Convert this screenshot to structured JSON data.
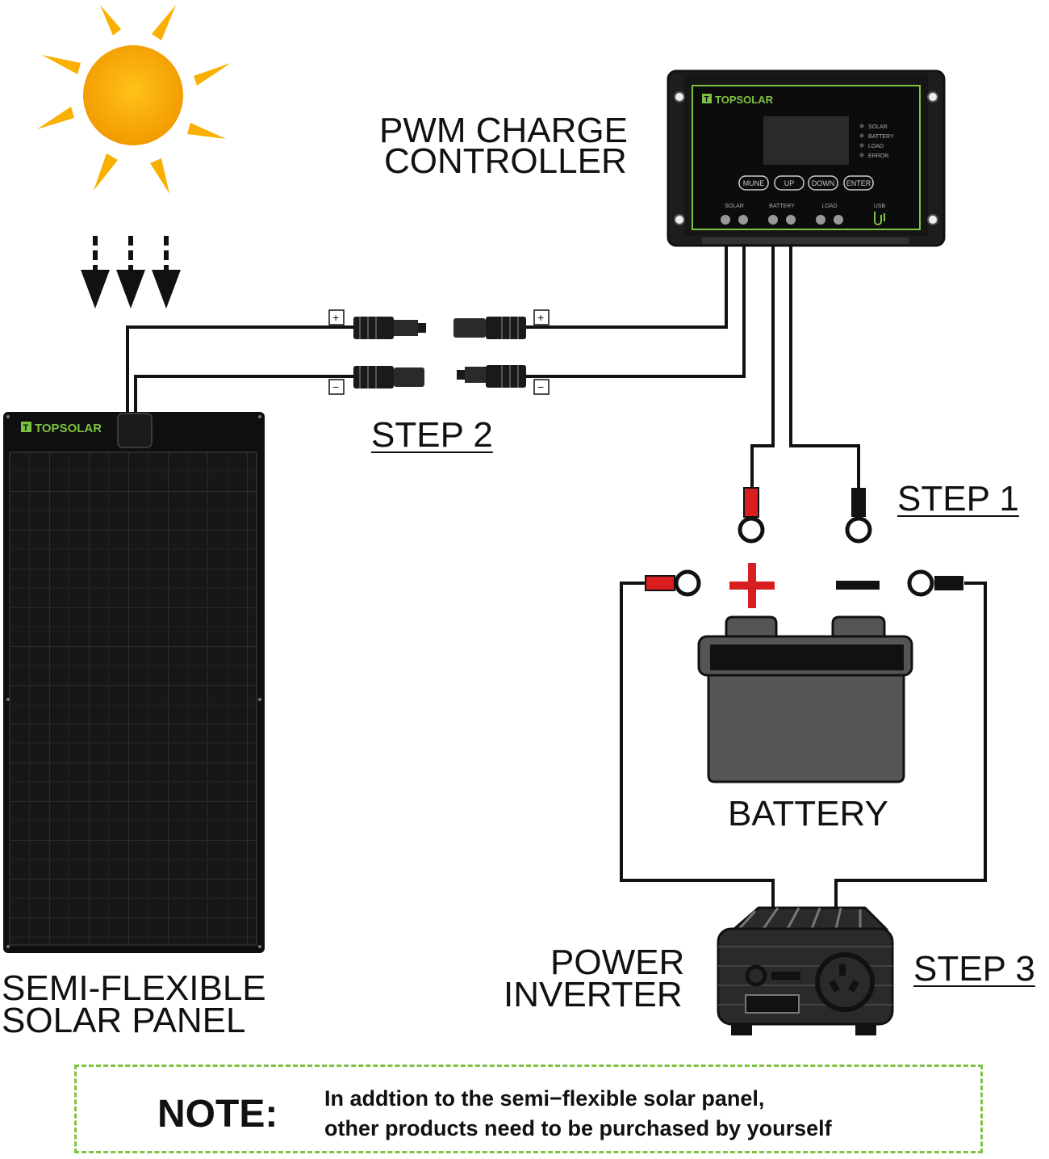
{
  "labels": {
    "controller_line1": "PWM CHARGE",
    "controller_line2": "CONTROLLER",
    "step1": "STEP 1",
    "step2": "STEP 2",
    "step3": "STEP 3",
    "battery": "BATTERY",
    "inverter_line1": "POWER",
    "inverter_line2": "INVERTER",
    "panel_line1": "SEMI-FLEXIBLE",
    "panel_line2": "SOLAR PANEL"
  },
  "brand": "TOPSOLAR",
  "controller": {
    "buttons": [
      "MUNE",
      "UP",
      "DOWN",
      "ENTER"
    ],
    "indicators": [
      "SOLAR",
      "BATTERY",
      "LOAD",
      "ERROR"
    ],
    "terminals": [
      "SOLAR",
      "BATTERY",
      "LOAD",
      "USB"
    ]
  },
  "connector_signs": {
    "plus": "+",
    "minus": "−"
  },
  "note": {
    "title": "NOTE:",
    "line1": "In addtion to the semi−flexible solar panel,",
    "line2": "other products need to be purchased by yourself"
  },
  "colors": {
    "accent_green": "#7dc242",
    "sun": "#f7a800",
    "positive_red": "#d81e1e"
  }
}
